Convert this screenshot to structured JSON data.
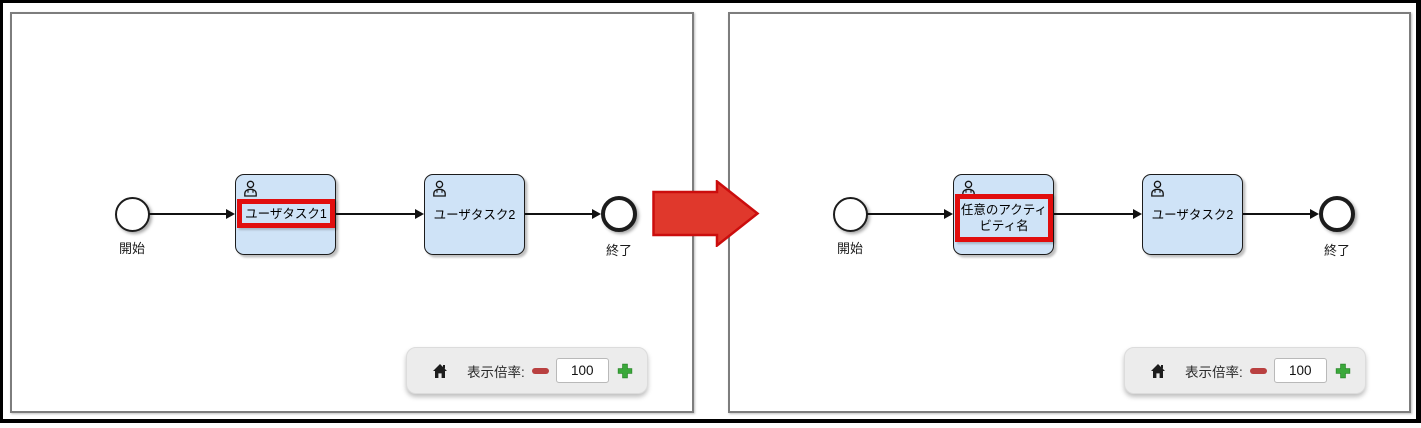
{
  "panels": [
    {
      "name": "before",
      "diagram": {
        "start_label": "開始",
        "end_label": "終了",
        "task1": {
          "label": "ユーザタスク1",
          "highlighted": true,
          "icon": "user-icon"
        },
        "task2": {
          "label": "ユーザタスク2",
          "highlighted": false,
          "icon": "user-icon"
        }
      },
      "zoom_toolbar": {
        "home_icon": "home-icon",
        "label": "表示倍率:",
        "minus_icon": "minus-icon",
        "value": "100",
        "plus_icon": "plus-icon"
      }
    },
    {
      "name": "after",
      "diagram": {
        "start_label": "開始",
        "end_label": "終了",
        "task1": {
          "label": "任意のアクティビティ名",
          "highlighted": true,
          "icon": "user-icon"
        },
        "task2": {
          "label": "ユーザタスク2",
          "highlighted": false,
          "icon": "user-icon"
        }
      },
      "zoom_toolbar": {
        "home_icon": "home-icon",
        "label": "表示倍率:",
        "minus_icon": "minus-icon",
        "value": "100",
        "plus_icon": "plus-icon"
      }
    }
  ],
  "transition_arrow": {
    "icon": "right-arrow",
    "direction": "right"
  },
  "colors": {
    "task_fill": "#cfe3f7",
    "task_border": "#1c1c1c",
    "highlight_red": "#e10e0e",
    "transition_arrow_fill": "#e0382c",
    "transition_arrow_stroke": "#cb0d0d",
    "minus_button_red": "#b94040",
    "plus_button_green": "#3aa83a",
    "panel_border_gray": "#7d7d7d"
  }
}
